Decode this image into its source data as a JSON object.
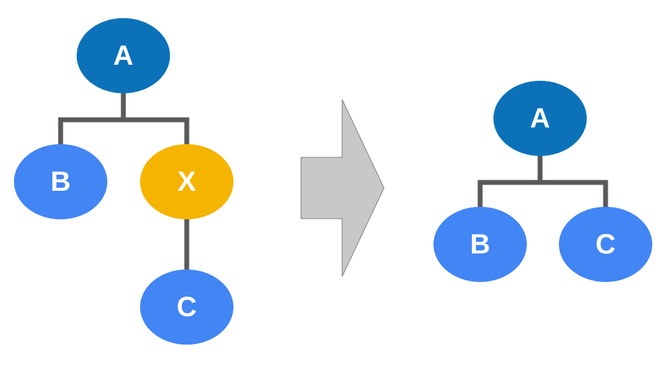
{
  "colors": {
    "root": "#0b72b9",
    "leaf": "#4285f4",
    "removed": "#f4b400",
    "edge": "#595959",
    "arrow_fill": "#c8c8c8",
    "arrow_stroke": "#7a7a7a",
    "label": "#ffffff"
  },
  "before_tree": {
    "root": {
      "label": "A"
    },
    "left_child": {
      "label": "B"
    },
    "removed_node": {
      "label": "X"
    },
    "grandchild": {
      "label": "C"
    }
  },
  "transition": {
    "icon": "right-arrow-icon"
  },
  "after_tree": {
    "root": {
      "label": "A"
    },
    "left_child": {
      "label": "B"
    },
    "right_child": {
      "label": "C"
    }
  }
}
